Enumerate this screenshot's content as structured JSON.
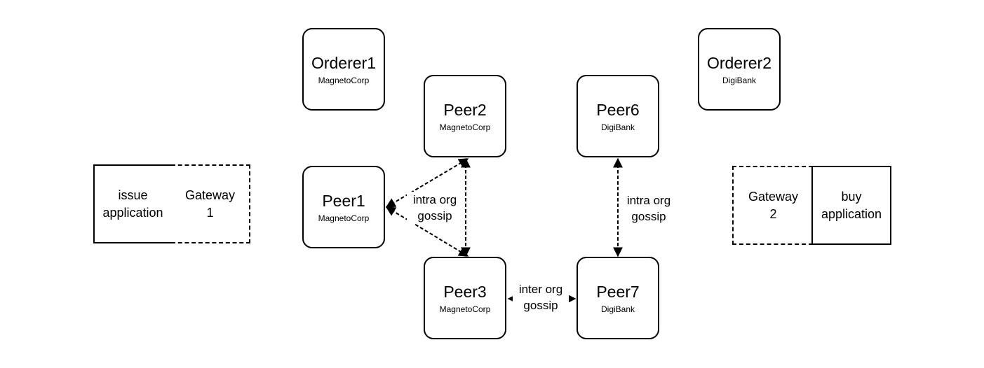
{
  "nodes": {
    "orderer1": {
      "title": "Orderer1",
      "org": "MagnetoCorp"
    },
    "orderer2": {
      "title": "Orderer2",
      "org": "DigiBank"
    },
    "peer1": {
      "title": "Peer1",
      "org": "MagnetoCorp"
    },
    "peer2": {
      "title": "Peer2",
      "org": "MagnetoCorp"
    },
    "peer3": {
      "title": "Peer3",
      "org": "MagnetoCorp"
    },
    "peer6": {
      "title": "Peer6",
      "org": "DigiBank"
    },
    "peer7": {
      "title": "Peer7",
      "org": "DigiBank"
    }
  },
  "apps": {
    "issue": {
      "line1": "issue",
      "line2": "application"
    },
    "buy": {
      "line1": "buy",
      "line2": "application"
    }
  },
  "gateways": {
    "g1": {
      "line1": "Gateway",
      "line2": "1"
    },
    "g2": {
      "line1": "Gateway",
      "line2": "2"
    }
  },
  "edge_labels": {
    "intra_left": {
      "line1": "intra org",
      "line2": "gossip"
    },
    "intra_right": {
      "line1": "intra org",
      "line2": "gossip"
    },
    "inter": {
      "line1": "inter org",
      "line2": "gossip"
    }
  }
}
